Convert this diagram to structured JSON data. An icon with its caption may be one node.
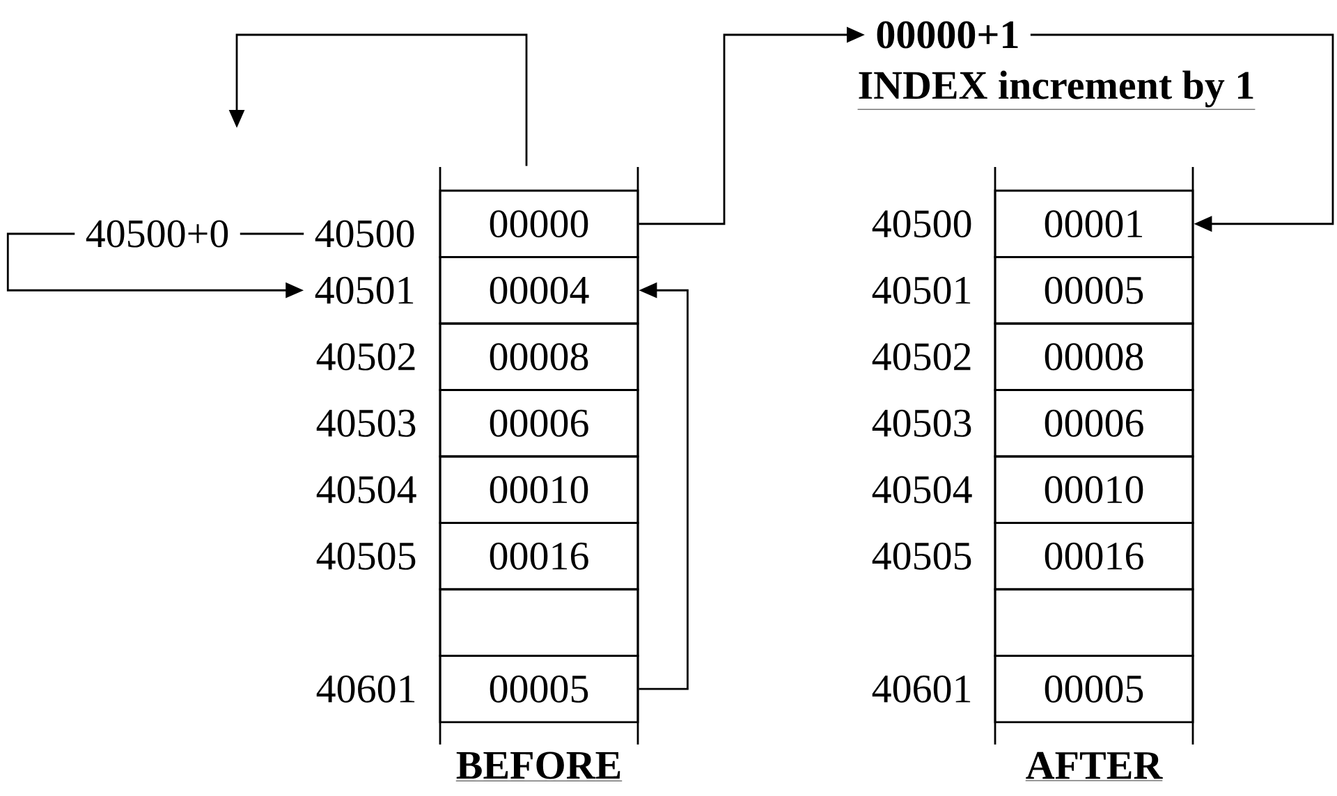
{
  "diagram": {
    "nodes": [
      {
        "text": [
          "BEFORE"
        ]
      },
      {
        "text": [
          "00000"
        ],
        "in": 0
      },
      {
        "text": [
          "00004"
        ],
        "in": 0
      },
      {
        "text": [
          "00008"
        ],
        "in": 0
      },
      {
        "text": [
          "00006"
        ],
        "in": 0
      },
      {
        "text": [
          "00010"
        ],
        "in": 0
      },
      {
        "text": [
          "00016"
        ],
        "in": 0
      },
      {
        "text": [],
        "shape": "box",
        "in": 0
      },
      {
        "text": [
          "00005"
        ],
        "in": 0
      },
      {
        "text": [
          "AFTER"
        ]
      },
      {
        "text": [
          "00001"
        ],
        "in": 9
      },
      {
        "text": [
          "00005"
        ],
        "in": 9
      },
      {
        "text": [
          "00008"
        ],
        "in": 9
      },
      {
        "text": [
          "00006"
        ],
        "in": 9
      },
      {
        "text": [
          "00010"
        ],
        "in": 9
      },
      {
        "text": [
          "00016"
        ],
        "in": 9
      },
      {
        "text": [],
        "shape": "box",
        "in": 9
      },
      {
        "text": [
          "00005"
        ],
        "in": 9
      },
      {
        "text": [
          "00000+1"
        ]
      },
      {
        "text": [
          "40500+0"
        ]
      },
      {
        "text": [
          "40500"
        ]
      },
      {
        "text": [
          "40501"
        ]
      }
    ],
    "edges": [
      {
        "from": 0,
        "to": null,
        "arrow": "to"
      },
      {
        "from": 1,
        "to": 18,
        "arrow": "to"
      },
      {
        "from": 18,
        "to": 10,
        "arrow": "to"
      },
      {
        "from": 19,
        "to": 20,
        "arrow": "none"
      },
      {
        "from": 19,
        "to": 21,
        "arrow": "to"
      },
      {
        "from": 8,
        "to": 2,
        "arrow": "to"
      }
    ],
    "labels": [
      "INDEX increment by 1",
      "40502",
      "40503",
      "40504",
      "40505",
      "40601",
      "40500",
      "40501",
      "40502",
      "40503",
      "40504",
      "40505",
      "40601"
    ]
  }
}
